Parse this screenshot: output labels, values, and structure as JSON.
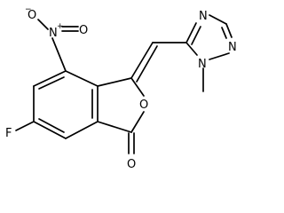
{
  "structure": {
    "atoms": {
      "nitro_o_minus": "O",
      "nitro_o_minus_charge": "−",
      "nitro_n": "N",
      "nitro_n_charge": "+",
      "nitro_o": "O",
      "lactone_ring_o": "O",
      "carbonyl_o": "O",
      "fluorine": "F",
      "triazole_n4": "N",
      "triazole_n2": "N",
      "triazole_n1": "N"
    },
    "colors": {
      "bonds": "#000000",
      "labels": "#000000",
      "background": "#ffffff"
    }
  }
}
